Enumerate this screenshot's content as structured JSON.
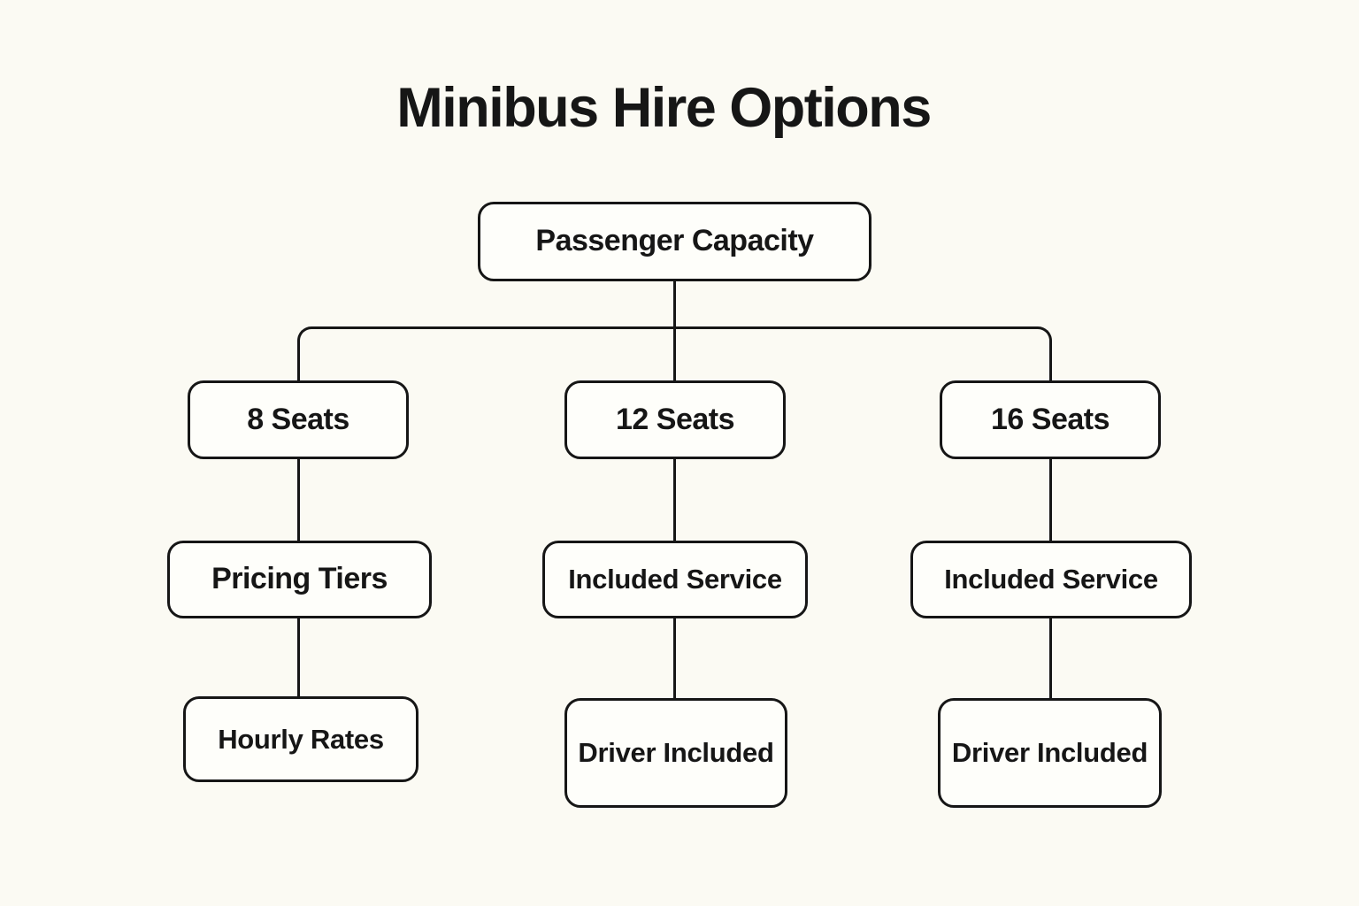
{
  "title": "Minibus Hire Options",
  "colors": {
    "background": "#FBFAF3",
    "node_fill": "#FEFEFA",
    "line": "#161616",
    "text": "#161616"
  },
  "diagram": {
    "type": "tree-flowchart",
    "root": {
      "label": "Passenger Capacity"
    },
    "branches": [
      {
        "level2": "8 Seats",
        "level3": "Pricing Tiers",
        "level4": "Hourly Rates"
      },
      {
        "level2": "12 Seats",
        "level3": "Included Service",
        "level4": "Driver Included"
      },
      {
        "level2": "16 Seats",
        "level3": "Included Service",
        "level4": "Driver Included"
      }
    ]
  }
}
